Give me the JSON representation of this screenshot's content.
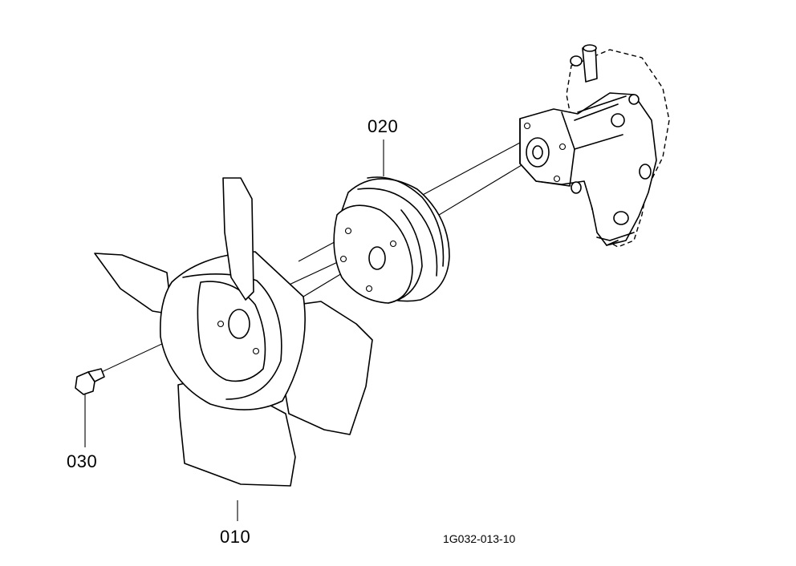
{
  "diagram": {
    "part_labels": {
      "fan": "010",
      "pulley": "020",
      "bolt": "030"
    },
    "reference_code": "1G032-013-10"
  }
}
